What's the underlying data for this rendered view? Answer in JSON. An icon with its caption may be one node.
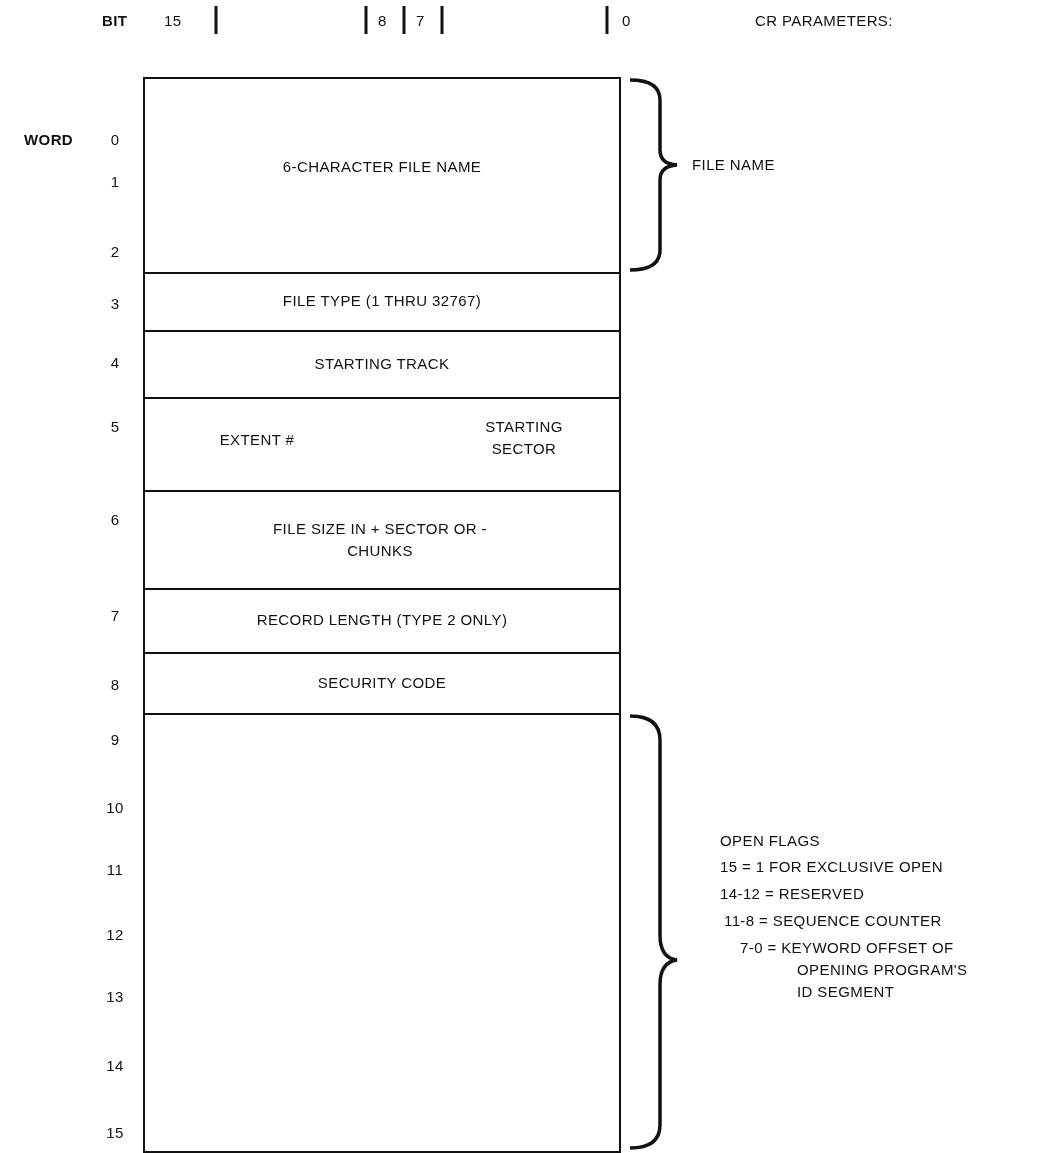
{
  "diagram": {
    "nodes": [
      {
        "text": [
          "6-CHARACTER FILE NAME"
        ]
      },
      {
        "text": [
          "FILE TYPE (1 THRU 32767)"
        ]
      },
      {
        "text": [
          "STARTING TRACK"
        ]
      },
      {
        "text": [
          "EXTENT #",
          "STARTING SECTOR"
        ]
      },
      {
        "text": [
          "FILE SIZE IN + SECTOR OR - CHUNKS"
        ]
      },
      {
        "text": [
          "RECORD LENGTH (TYPE 2 ONLY)"
        ]
      },
      {
        "text": [
          "SECURITY CODE"
        ]
      },
      {
        "text": [],
        "shape": "box"
      }
    ],
    "labels": [
      "BIT",
      "15",
      "8",
      "7",
      "0",
      "CR PARAMETERS:",
      "WORD",
      "0",
      "1",
      "2",
      "3",
      "4",
      "5",
      "6",
      "7",
      "8",
      "9",
      "10",
      "11",
      "12",
      "13",
      "14",
      "15",
      "FILE NAME",
      "OPEN FLAGS",
      "15 = 1 FOR EXCLUSIVE OPEN",
      "14-12 = RESERVED",
      "11-8 = SEQUENCE COUNTER",
      "7-0 = KEYWORD OFFSET OF OPENING PROGRAM'S ID SEGMENT"
    ]
  }
}
